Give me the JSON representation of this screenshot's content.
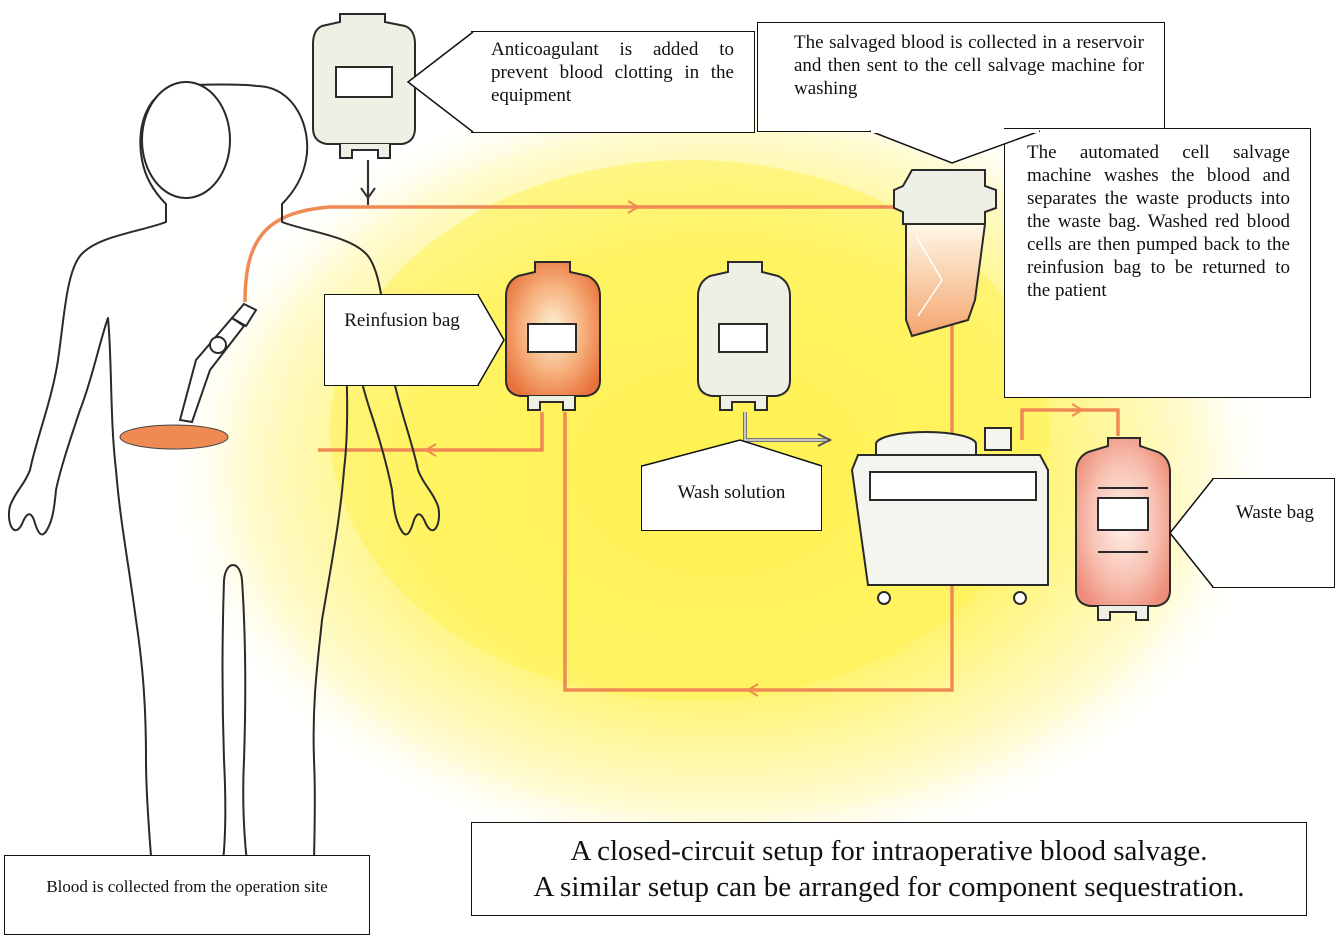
{
  "labels": {
    "anticoagulant": "Anticoagulant is added to prevent blood clotting in the equipment",
    "salvaged_blood": "The salvaged blood is collected in a reservoir and then sent to the cell salvage machine for washing",
    "machine": "The automated cell salvage machine washes the blood and separates the waste products into the waste bag. Washed red blood cells are then pumped back to the reinfusion bag to be returned to the patient",
    "reinfusion_bag": "Reinfusion bag",
    "wash_solution": "Wash solution",
    "waste_bag": "Waste bag",
    "blood_collected": "Blood is collected from the operation site"
  },
  "caption": {
    "line1": "A closed-circuit setup for intraoperative blood salvage.",
    "line2": "A similar setup can be arranged for component sequestration."
  },
  "colors": {
    "glow_center": "#fff25a",
    "glow_edge": "#fffde8",
    "tube": "#f08a55",
    "blood": "#ef7a45",
    "bag_fill": "#eef0e6",
    "outline": "#2a2a2a"
  }
}
